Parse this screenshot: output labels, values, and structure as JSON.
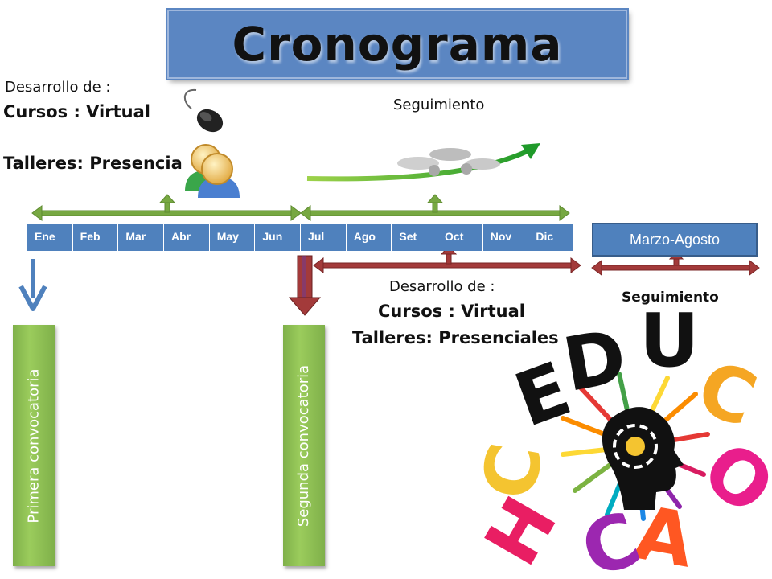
{
  "title": "Cronograma",
  "left_block": {
    "line1": "Desarrollo de :",
    "line2": "Cursos : Virtual",
    "line3": "Talleres: Presenciales"
  },
  "top_right_label": "Seguimiento",
  "months": [
    "Ene",
    "Feb",
    "Mar",
    "Abr",
    "May",
    "Jun",
    "Jul",
    "Ago",
    "Set",
    "Oct",
    "Nov",
    "Dic"
  ],
  "period_box": "Marzo-Agosto",
  "period_label": "Seguimiento",
  "middle_block": {
    "line1": "Desarrollo de :",
    "line2": "Cursos : Virtual",
    "line3": "Talleres: Presenciales"
  },
  "convocatorias": {
    "first": "Primera convocatoria",
    "second": "Segunda convocatoria"
  },
  "logo_text": "EDUCOACH",
  "colors": {
    "title_bg": "#5b86c2",
    "month_bar": "#4f81bd",
    "green_arrow": "#77a842",
    "red_arrow": "#a33a3a",
    "blue_arrow": "#4f81bd",
    "convocatoria_box": "#8cbf53"
  },
  "icons": [
    "mouse-icon",
    "users-icon",
    "growth-chart-icon",
    "educoach-logo"
  ]
}
